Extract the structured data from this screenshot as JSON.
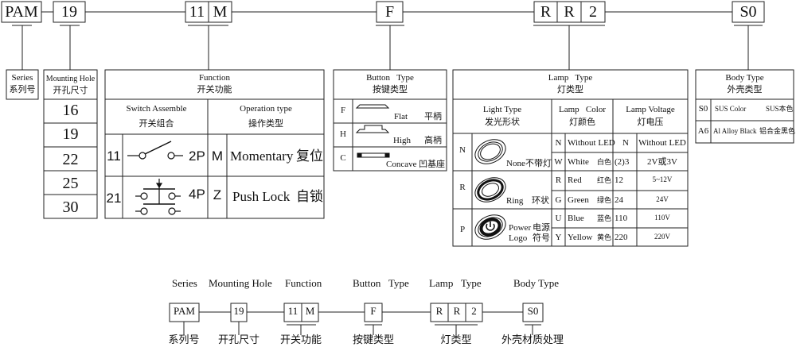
{
  "code": {
    "series": "PAM",
    "hole": "19",
    "switch": "11",
    "operation": "M",
    "button": "F",
    "light": "R",
    "color": "R",
    "voltage": "2",
    "body": "S0"
  },
  "series": {
    "title": "Series",
    "title_cn": "系列号"
  },
  "mounting_hole": {
    "title": "Mounting Hole",
    "title_cn": "开孔尺寸",
    "options": [
      "16",
      "19",
      "22",
      "25",
      "30"
    ]
  },
  "function": {
    "title": "Function",
    "title_cn": "开关功能",
    "switch_assemble": {
      "title": "Switch  Assemble",
      "title_cn": "开关组合",
      "rows": [
        {
          "code": "11",
          "poles": "2P"
        },
        {
          "code": "21",
          "poles": "4P"
        }
      ]
    },
    "operation_type": {
      "title": "Operation type",
      "title_cn": "操作类型",
      "rows": [
        {
          "code": "M",
          "label": "Momentary",
          "label_cn": "复位"
        },
        {
          "code": "Z",
          "label": "Push Lock",
          "label_cn": "自锁"
        }
      ]
    }
  },
  "button_type": {
    "title": "Button   Type",
    "title_cn": "按键类型",
    "rows": [
      {
        "code": "F",
        "label": "Flat",
        "label_cn": "平柄",
        "icon": "flat-button-icon"
      },
      {
        "code": "H",
        "label": "High",
        "label_cn": "高柄",
        "icon": "high-button-icon"
      },
      {
        "code": "C",
        "label": "Concave",
        "label_cn": "凹基座",
        "icon": "concave-button-icon"
      }
    ]
  },
  "lamp_type": {
    "title": "Lamp   Type",
    "title_cn": "灯类型",
    "light_type": {
      "title": "Light Type",
      "title_cn": "发光形状",
      "rows": [
        {
          "code": "N",
          "label": "None",
          "label_cn": "不带灯"
        },
        {
          "code": "R",
          "label": "Ring",
          "label_cn": "环状"
        },
        {
          "code": "P",
          "label": "Power",
          "label_cn": "电源",
          "label2": "Logo",
          "label2_cn": "符号"
        }
      ]
    },
    "lamp_color": {
      "title": "Lamp   Color",
      "title_cn": "灯颜色",
      "rows": [
        {
          "code": "N",
          "label": "Without LED",
          "label_cn": ""
        },
        {
          "code": "W",
          "label": "White",
          "label_cn": "白色"
        },
        {
          "code": "R",
          "label": "Red",
          "label_cn": "红色"
        },
        {
          "code": "G",
          "label": "Green",
          "label_cn": "绿色"
        },
        {
          "code": "U",
          "label": "Blue",
          "label_cn": "蓝色"
        },
        {
          "code": "Y",
          "label": "Yellow",
          "label_cn": "黄色"
        }
      ]
    },
    "lamp_voltage": {
      "title": "Lamp Voltage",
      "title_cn": "灯电压",
      "rows": [
        {
          "code": "N",
          "label": "Without LED"
        },
        {
          "code": "(2)3",
          "label": "2V或3V"
        },
        {
          "code": "12",
          "label": "5~12V"
        },
        {
          "code": "24",
          "label": "24V"
        },
        {
          "code": "110",
          "label": "110V"
        },
        {
          "code": "220",
          "label": "220V"
        }
      ]
    }
  },
  "body_type": {
    "title": "Body Type",
    "title_cn": "外壳类型",
    "rows": [
      {
        "code": "S0",
        "label": "SUS Color",
        "label_cn": "SUS本色"
      },
      {
        "code": "A6",
        "label": "Al Alloy Black",
        "label_cn": "铝合金黑色"
      }
    ]
  },
  "summary": {
    "labels": [
      "Series",
      "Mounting Hole",
      "Function",
      "Button   Type",
      "Lamp   Type",
      "Body Type"
    ],
    "labels_cn": [
      "系列号",
      "开孔尺寸",
      "开关功能",
      "按键类型",
      "灯类型",
      "外壳材质处理"
    ]
  }
}
